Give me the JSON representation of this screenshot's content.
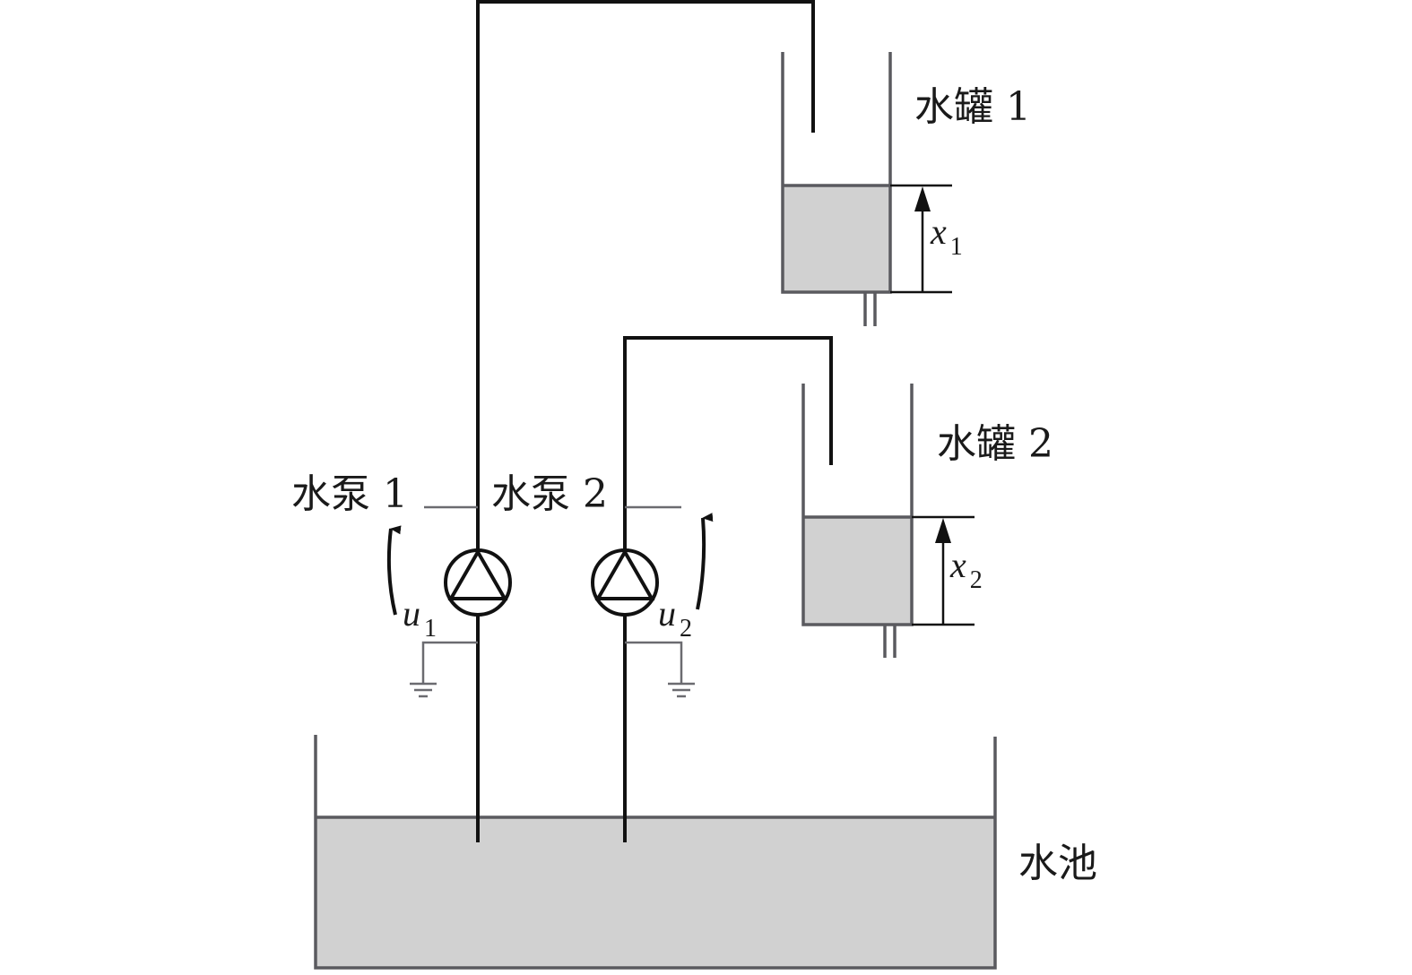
{
  "labels": {
    "tank1": "水罐 1",
    "tank2": "水罐 2",
    "pump1": "水泵 1",
    "pump2": "水泵 2",
    "pool": "水池",
    "x1": {
      "base": "x",
      "sub": "1"
    },
    "x2": {
      "base": "x",
      "sub": "2"
    },
    "u1": {
      "base": "u",
      "sub": "1"
    },
    "u2": {
      "base": "u",
      "sub": "2"
    }
  },
  "colors": {
    "water": "#d1d1d1",
    "pipe": "#111111",
    "wall": "#5a5a5f"
  }
}
